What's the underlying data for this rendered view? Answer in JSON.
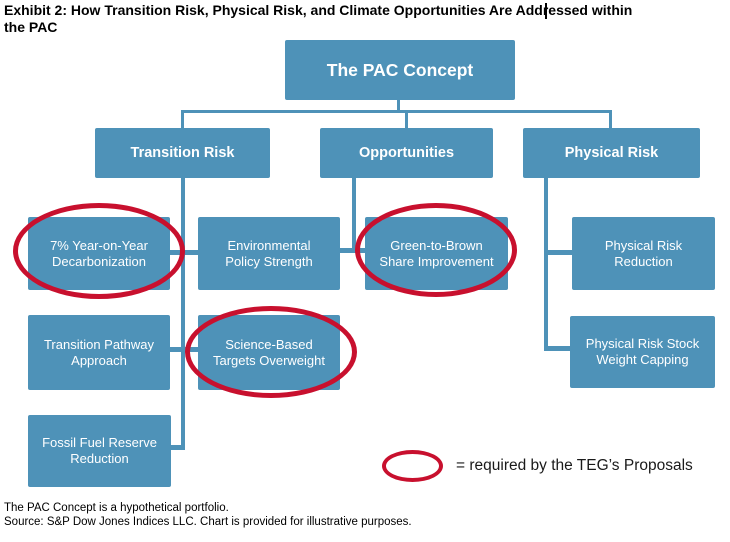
{
  "exhibit": {
    "title": "Exhibit 2: How Transition Risk, Physical Risk, and Climate Opportunities Are Addressed within\nthe PAC"
  },
  "diagram": {
    "root": {
      "label": "The PAC Concept"
    },
    "level1": [
      {
        "id": "transition-risk",
        "label": "Transition Risk"
      },
      {
        "id": "opportunities",
        "label": "Opportunities"
      },
      {
        "id": "physical-risk",
        "label": "Physical Risk"
      }
    ],
    "nodes": [
      {
        "id": "decarbonization",
        "label": "7% Year-on-Year\nDecarbonization",
        "branch": "Transition Risk",
        "required": true
      },
      {
        "id": "environmental-policy",
        "label": "Environmental\nPolicy Strength",
        "branch": "Transition Risk",
        "required": false
      },
      {
        "id": "green-to-brown",
        "label": "Green-to-Brown\nShare Improvement",
        "branch": "Opportunities",
        "required": true
      },
      {
        "id": "physical-risk-reduction",
        "label": "Physical Risk\nReduction",
        "branch": "Physical Risk",
        "required": false
      },
      {
        "id": "transition-pathway",
        "label": "Transition Pathway\nApproach",
        "branch": "Transition Risk",
        "required": false
      },
      {
        "id": "science-based-targets",
        "label": "Science-Based\nTargets Overweight",
        "branch": "Transition Risk",
        "required": true
      },
      {
        "id": "physical-risk-weight-capping",
        "label": "Physical Risk Stock\nWeight Capping",
        "branch": "Physical Risk",
        "required": false
      },
      {
        "id": "fossil-fuel-reserve",
        "label": "Fossil Fuel Reserve\nReduction",
        "branch": "Transition Risk",
        "required": false
      }
    ],
    "legend": {
      "text": "= required by the TEG’s Proposals"
    }
  },
  "footnotes": {
    "line1": "The PAC Concept is a hypothetical portfolio.",
    "line2": "Source: S&P Dow Jones Indices LLC. Chart is provided for illustrative purposes."
  },
  "colors": {
    "box_fill": "#4E92B8",
    "box_text": "#FFFFFF",
    "connector": "#4E92B8",
    "highlight": "#C8102E",
    "title_text": "#000000"
  }
}
